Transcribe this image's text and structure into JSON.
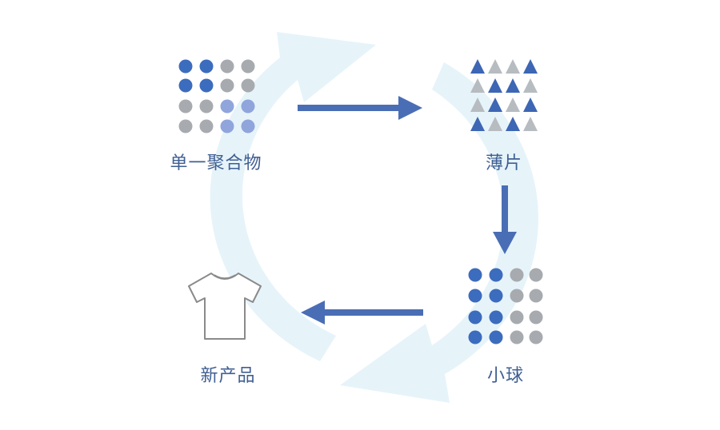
{
  "nodes": {
    "polymer": {
      "label": "单一聚合物"
    },
    "flakes": {
      "label": "薄片"
    },
    "pellets": {
      "label": "小球"
    },
    "product": {
      "label": "新产品"
    }
  },
  "colors": {
    "cycle_ring": "#e6f4fa",
    "arrow": "#4a6eb5",
    "dot_blue": "#3c6cbd",
    "dot_light_blue": "#8fa5dc",
    "dot_gray": "#a7abaf",
    "triangle_blue": "#3d66b4",
    "triangle_gray": "#b7bcc1",
    "label_text": "#3f5f93",
    "shirt_stroke": "#8a8a8a"
  },
  "icons": {
    "polymer": "dot-grid-icon",
    "flakes": "triangle-grid-icon",
    "pellets": "dot-grid-icon",
    "product": "tshirt-icon"
  }
}
